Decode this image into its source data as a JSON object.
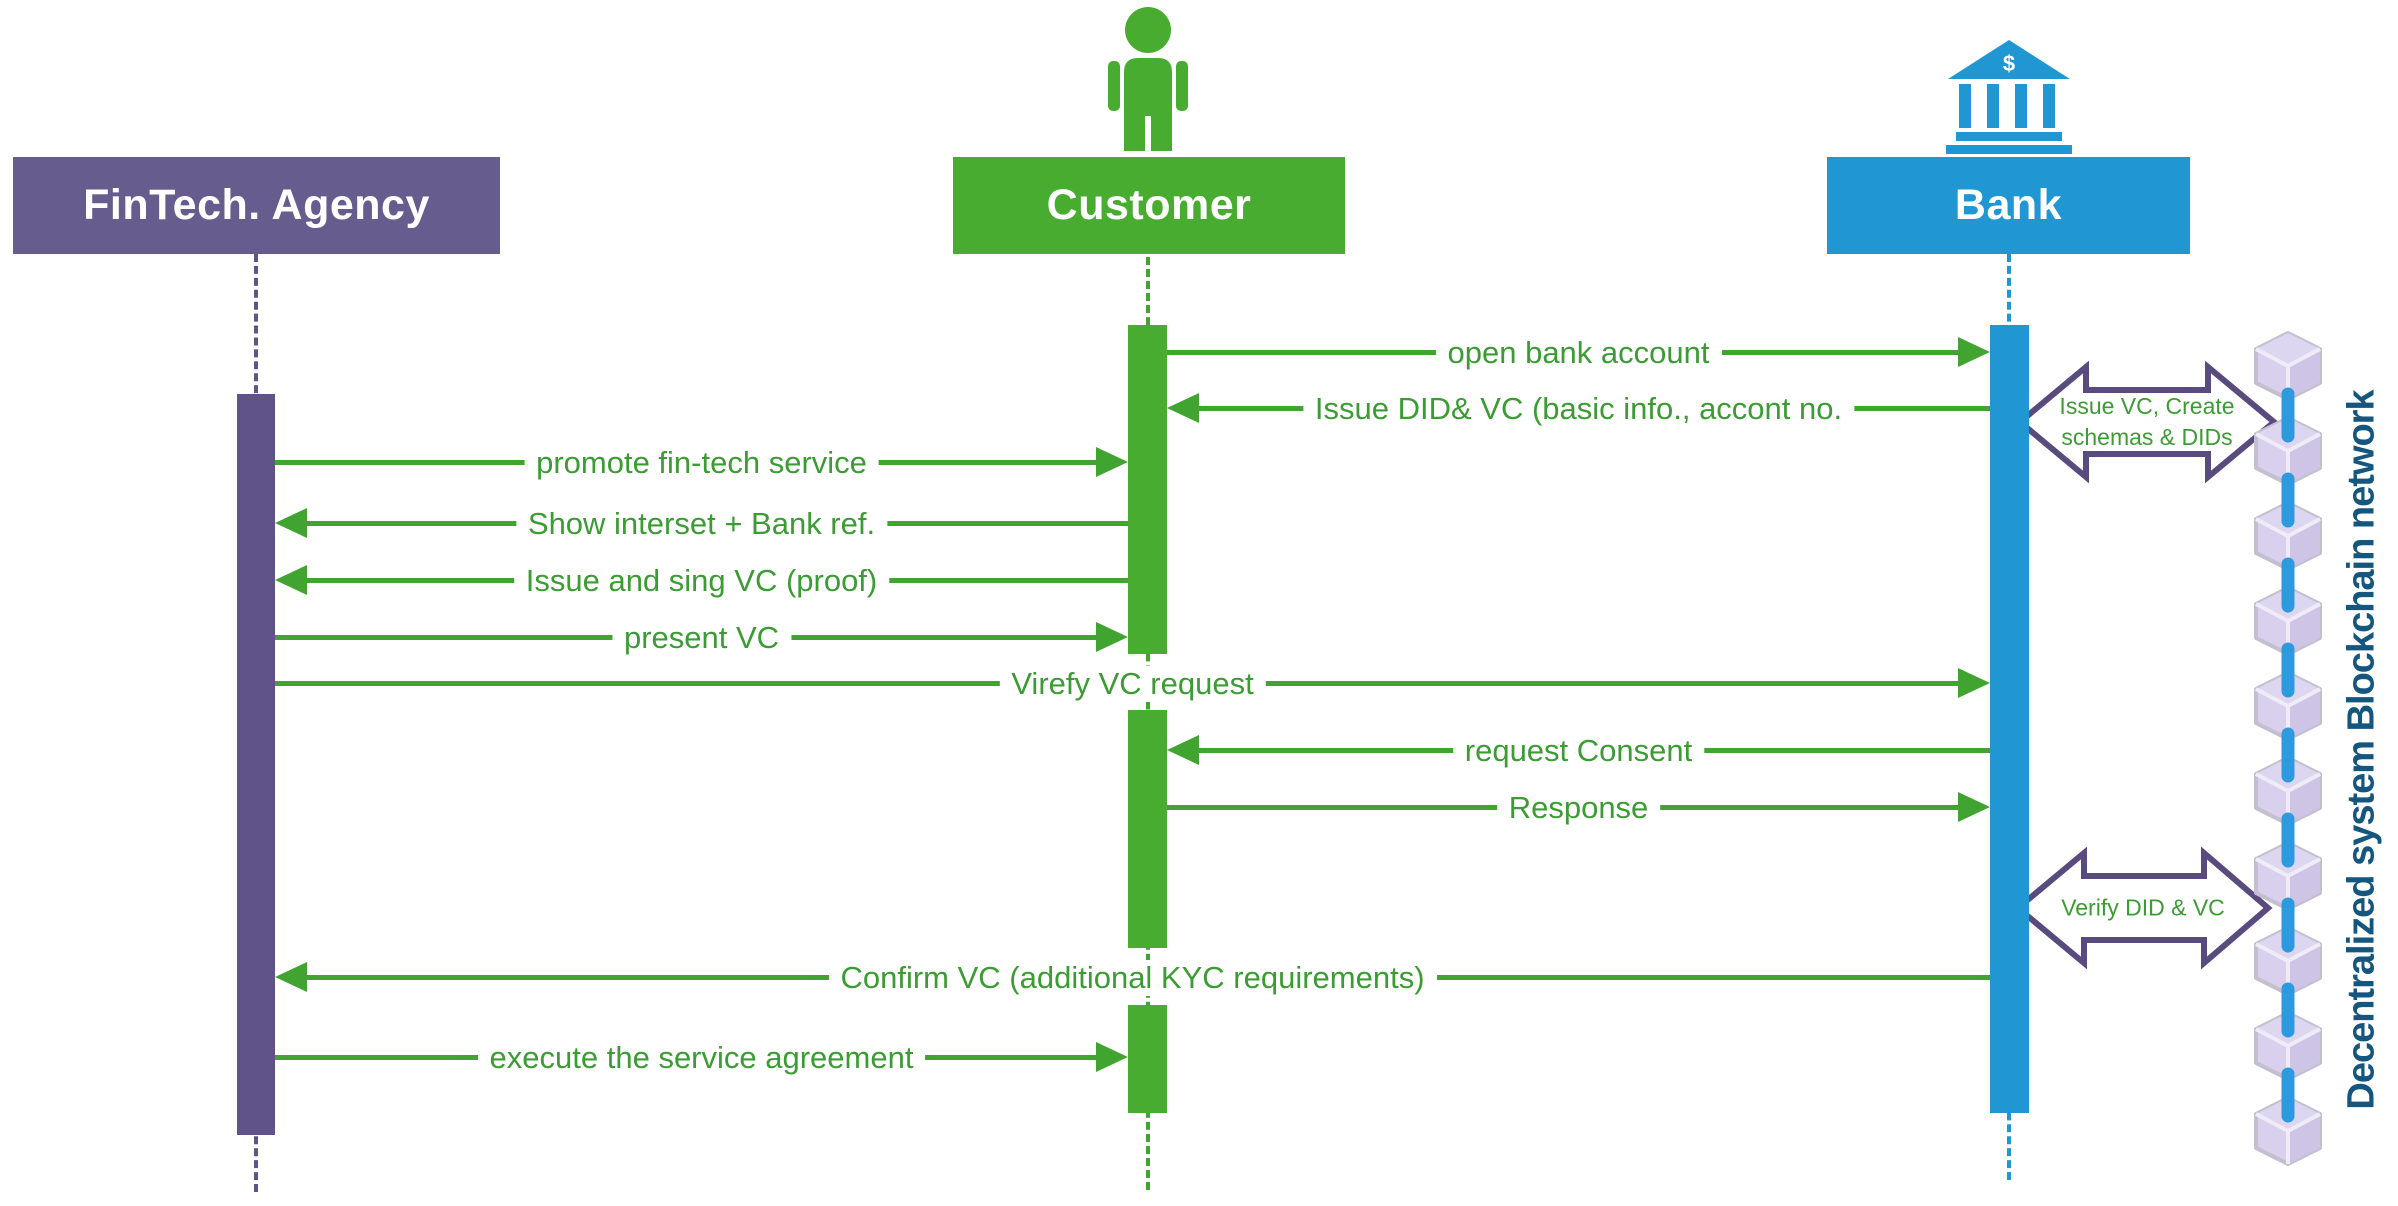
{
  "diagram": {
    "title_hint": "FinTech onboarding sequence with decentralized blockchain identity",
    "actors": [
      {
        "id": "fintech",
        "label": "FinTech. Agency",
        "color": "#665C8D"
      },
      {
        "id": "customer",
        "label": "Customer",
        "color": "#47AC30"
      },
      {
        "id": "bank",
        "label": "Bank",
        "color": "#2097D3"
      }
    ],
    "bank_icon_symbol": "$",
    "messages": [
      {
        "label": "open bank account",
        "from": "customer",
        "to": "bank"
      },
      {
        "label": "Issue DID& VC (basic info., accont no.",
        "from": "bank",
        "to": "customer"
      },
      {
        "label": "promote fin-tech service",
        "from": "fintech",
        "to": "customer"
      },
      {
        "label": "Show interset + Bank ref.",
        "from": "customer",
        "to": "fintech"
      },
      {
        "label": "Issue and sing VC (proof)",
        "from": "customer",
        "to": "fintech"
      },
      {
        "label": "present VC",
        "from": "fintech",
        "to": "customer"
      },
      {
        "label": "Virefy VC request",
        "from": "fintech",
        "to": "bank"
      },
      {
        "label": "request Consent",
        "from": "bank",
        "to": "customer"
      },
      {
        "label": "Response",
        "from": "customer",
        "to": "bank"
      },
      {
        "label": "Confirm VC (additional KYC requirements)",
        "from": "bank",
        "to": "fintech"
      },
      {
        "label": "execute the service agreement",
        "from": "fintech",
        "to": "customer"
      }
    ],
    "annotations": [
      {
        "label_lines": [
          "Issue VC, Create",
          "schemas & DIDs"
        ],
        "attached_to": "bank"
      },
      {
        "label": "Verify DID & VC",
        "attached_to": "bank"
      }
    ],
    "network_label": "Decentralized system Blockchain network",
    "colors": {
      "fintech_purple": "#665C8D",
      "activation_purple": "#5F5389",
      "customer_green": "#47AC30",
      "arrow_green": "#42A430",
      "message_text_green": "#3C9C34",
      "bank_blue": "#2097D3",
      "chain_link_blue": "#2D9ADF",
      "cube_lavender": "#D8D0EC",
      "callout_outline_purple": "#5A4B7E",
      "network_text_blue": "#15567F"
    }
  }
}
